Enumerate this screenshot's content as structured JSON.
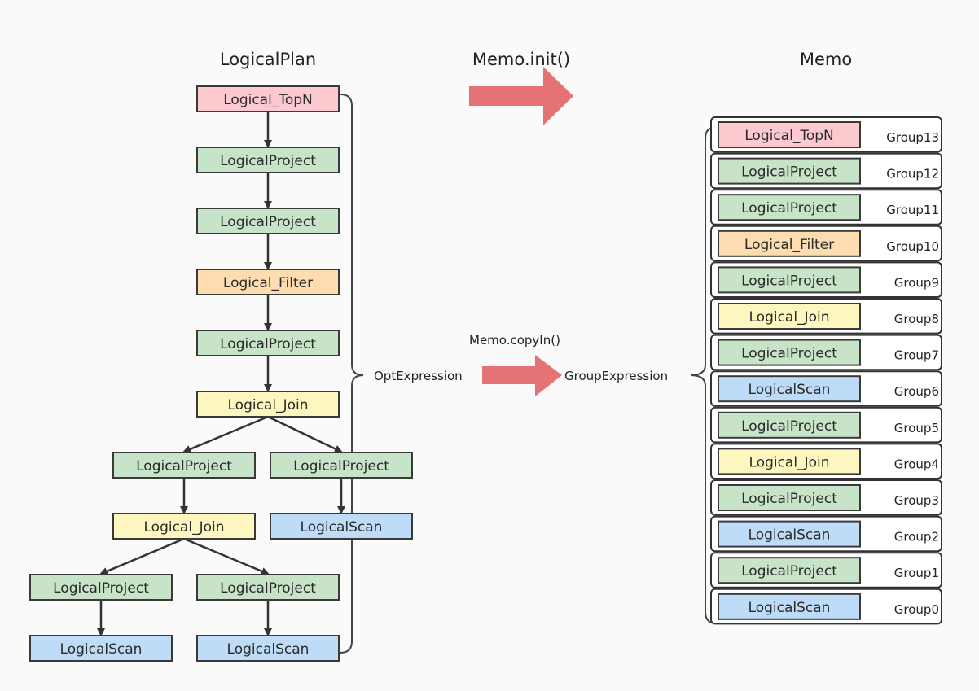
{
  "titles": {
    "logical_plan": "LogicalPlan",
    "memo_init": "Memo.init()",
    "memo": "Memo"
  },
  "labels": {
    "opt_expression": "OptExpression",
    "memo_copy_in": "Memo.copyIn()",
    "group_expression": "GroupExpression"
  },
  "colors": {
    "topn": "#fcc9cf",
    "project": "#c8e4c8",
    "filter": "#fddcb0",
    "join": "#fdf7bf",
    "scan": "#bedcf8",
    "arrow": "#e57373"
  },
  "plan_nodes": [
    {
      "id": "n0",
      "label": "Logical_TopN",
      "kind": "topn"
    },
    {
      "id": "n1",
      "label": "LogicalProject",
      "kind": "project"
    },
    {
      "id": "n2",
      "label": "LogicalProject",
      "kind": "project"
    },
    {
      "id": "n3",
      "label": "Logical_Filter",
      "kind": "filter"
    },
    {
      "id": "n4",
      "label": "LogicalProject",
      "kind": "project"
    },
    {
      "id": "n5",
      "label": "Logical_Join",
      "kind": "join"
    },
    {
      "id": "n6",
      "label": "LogicalProject",
      "kind": "project"
    },
    {
      "id": "n7",
      "label": "LogicalProject",
      "kind": "project"
    },
    {
      "id": "n8",
      "label": "Logical_Join",
      "kind": "join"
    },
    {
      "id": "n9",
      "label": "LogicalScan",
      "kind": "scan"
    },
    {
      "id": "n10",
      "label": "LogicalProject",
      "kind": "project"
    },
    {
      "id": "n11",
      "label": "LogicalProject",
      "kind": "project"
    },
    {
      "id": "n12",
      "label": "LogicalScan",
      "kind": "scan"
    },
    {
      "id": "n13",
      "label": "LogicalScan",
      "kind": "scan"
    }
  ],
  "plan_edges": [
    [
      "n0",
      "n1"
    ],
    [
      "n1",
      "n2"
    ],
    [
      "n2",
      "n3"
    ],
    [
      "n3",
      "n4"
    ],
    [
      "n4",
      "n5"
    ],
    [
      "n5",
      "n6"
    ],
    [
      "n5",
      "n7"
    ],
    [
      "n6",
      "n8"
    ],
    [
      "n7",
      "n9"
    ],
    [
      "n8",
      "n10"
    ],
    [
      "n8",
      "n11"
    ],
    [
      "n10",
      "n12"
    ],
    [
      "n11",
      "n13"
    ]
  ],
  "memo_groups": [
    {
      "group": "Group13",
      "label": "Logical_TopN",
      "kind": "topn"
    },
    {
      "group": "Group12",
      "label": "LogicalProject",
      "kind": "project"
    },
    {
      "group": "Group11",
      "label": "LogicalProject",
      "kind": "project"
    },
    {
      "group": "Group10",
      "label": "Logical_Filter",
      "kind": "filter"
    },
    {
      "group": "Group9",
      "label": "LogicalProject",
      "kind": "project"
    },
    {
      "group": "Group8",
      "label": "Logical_Join",
      "kind": "join"
    },
    {
      "group": "Group7",
      "label": "LogicalProject",
      "kind": "project"
    },
    {
      "group": "Group6",
      "label": "LogicalScan",
      "kind": "scan"
    },
    {
      "group": "Group5",
      "label": "LogicalProject",
      "kind": "project"
    },
    {
      "group": "Group4",
      "label": "Logical_Join",
      "kind": "join"
    },
    {
      "group": "Group3",
      "label": "LogicalProject",
      "kind": "project"
    },
    {
      "group": "Group2",
      "label": "LogicalScan",
      "kind": "scan"
    },
    {
      "group": "Group1",
      "label": "LogicalProject",
      "kind": "project"
    },
    {
      "group": "Group0",
      "label": "LogicalScan",
      "kind": "scan"
    }
  ]
}
